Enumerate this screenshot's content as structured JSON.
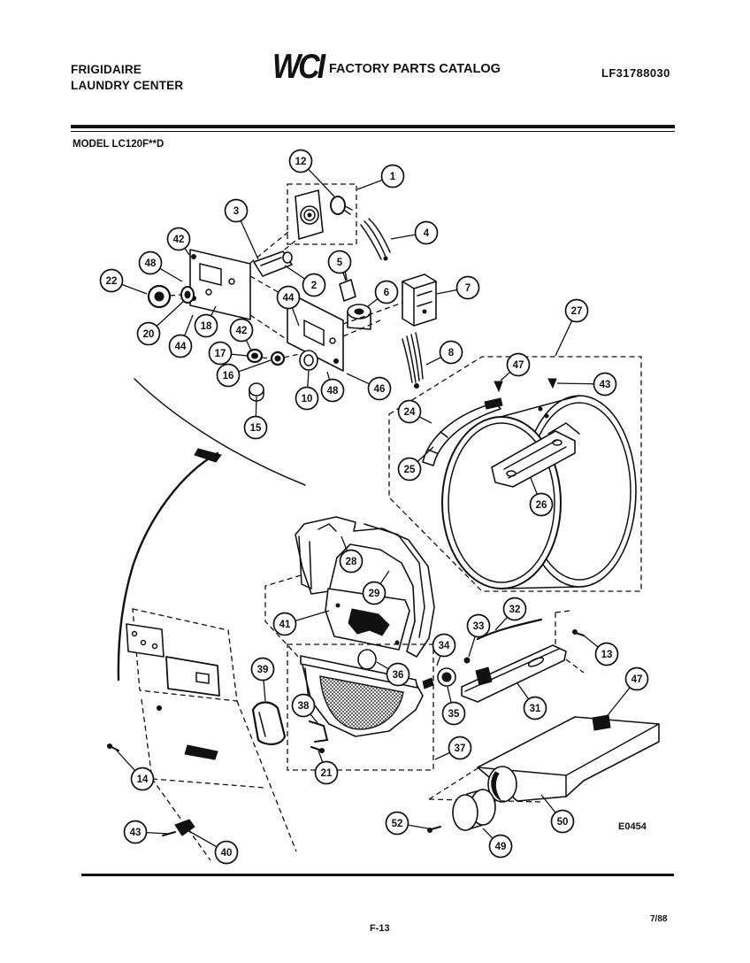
{
  "header": {
    "brand": "FRIGIDAIRE",
    "product": "LAUNDRY CENTER",
    "logo": "WCI",
    "catalog_title": "FACTORY PARTS CATALOG",
    "catalog_number": "LF31788030"
  },
  "model": "MODEL LC120F**D",
  "diagram": {
    "reference": "E0454",
    "callouts": [
      "12",
      "1",
      "3",
      "4",
      "42",
      "48",
      "5",
      "2",
      "22",
      "7",
      "44",
      "6",
      "20",
      "44",
      "18",
      "42",
      "27",
      "17",
      "8",
      "47",
      "43",
      "16",
      "10",
      "48",
      "46",
      "15",
      "24",
      "25",
      "26",
      "28",
      "29",
      "41",
      "32",
      "33",
      "13",
      "34",
      "39",
      "36",
      "47",
      "38",
      "35",
      "31",
      "37",
      "21",
      "14",
      "50",
      "52",
      "43",
      "40",
      "49"
    ]
  },
  "footer": {
    "page": "F-13",
    "date": "7/88"
  }
}
